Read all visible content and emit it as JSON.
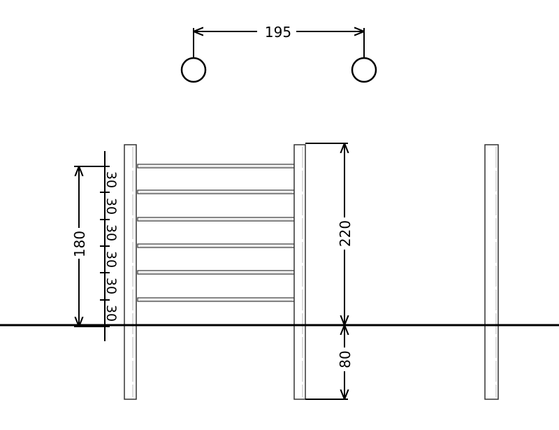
{
  "dimensions": {
    "post_spacing": "195",
    "height_above_ground": "220",
    "depth_below_ground": "80",
    "ladder_span": "180",
    "rung_spacings": [
      "30",
      "30",
      "30",
      "30",
      "30",
      "30"
    ]
  }
}
